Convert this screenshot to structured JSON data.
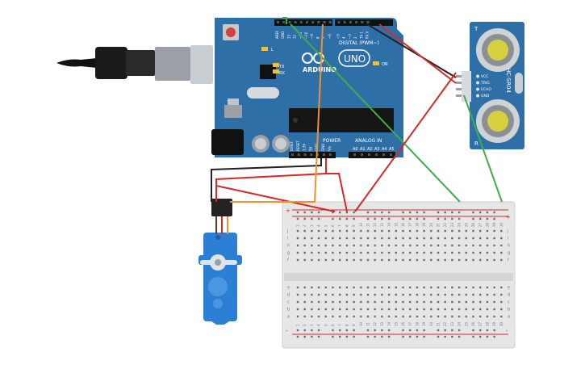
{
  "arduino": {
    "logo": "ARDUINO",
    "model": "UNO",
    "digital_label": "DIGITAL (PWM~)",
    "power_label": "POWER",
    "analog_label": "ANALOG IN",
    "on_label": "ON",
    "led_l": "L",
    "led_tx": "TX",
    "led_rx": "RX",
    "top_pins": [
      "AREF",
      "GND",
      "13",
      "12",
      "~11",
      "~10",
      "~9",
      "8",
      "7",
      "~6",
      "~5",
      "4",
      "~3",
      "2",
      "TX 1",
      "RX 0"
    ],
    "power_pins": [
      "IOREF",
      "RESET",
      "3.3V",
      "5V",
      "GND",
      "GND",
      "Vin"
    ],
    "analog_pins": [
      "A0",
      "A1",
      "A2",
      "A3",
      "A4",
      "A5"
    ]
  },
  "sensor": {
    "model": "HC-SR04",
    "pins": [
      "VCC",
      "TRIG",
      "ECHO",
      "GND"
    ],
    "transmitter_mark": "T",
    "receiver_mark": "R"
  },
  "breadboard": {
    "top_columns": [
      "1",
      "2",
      "3",
      "4",
      "5",
      "6",
      "7",
      "8",
      "9",
      "10",
      "11",
      "12",
      "13",
      "14",
      "15",
      "16",
      "17",
      "18",
      "19",
      "20",
      "21",
      "22",
      "23",
      "24",
      "25",
      "26",
      "27",
      "28",
      "29",
      "30"
    ],
    "bottom_columns": [
      "1",
      "2",
      "3",
      "4",
      "5",
      "6",
      "7",
      "8",
      "9",
      "10",
      "11",
      "12",
      "13",
      "14",
      "15",
      "16",
      "17",
      "18",
      "19",
      "20",
      "21",
      "22",
      "23",
      "24",
      "25",
      "26",
      "27",
      "28",
      "29",
      "30"
    ],
    "rows_top": [
      "j",
      "i",
      "h",
      "g",
      "f"
    ],
    "rows_bottom": [
      "e",
      "d",
      "c",
      "b",
      "a"
    ],
    "plus": "+",
    "minus": "-"
  },
  "colors": {
    "board": "#2f6fa8",
    "board_dark": "#1f5587",
    "breadboard": "#e6e6e6",
    "wire_red": "#d42a2a",
    "wire_black": "#222222",
    "wire_green": "#3fae49",
    "wire_orange": "#f0922c",
    "servo": "#2b7fd4",
    "sensor": "#2f6fa8"
  }
}
